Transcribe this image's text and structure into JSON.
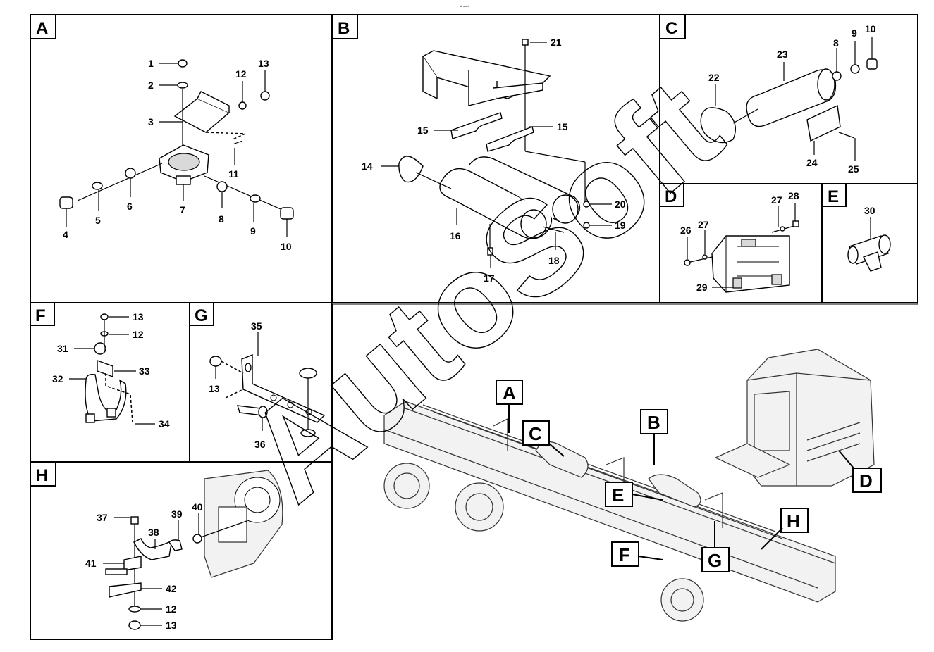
{
  "top_mark": "ᵃᵇ  ᵃᵇᶜᵈ",
  "watermark": "AutoSoft",
  "panels": {
    "A": {
      "letter": "A",
      "labels": [
        "1",
        "2",
        "3",
        "13",
        "12",
        "11",
        "4",
        "5",
        "6",
        "7",
        "8",
        "9",
        "10"
      ]
    },
    "B": {
      "letter": "B",
      "labels": [
        "21",
        "15",
        "15",
        "14",
        "16",
        "17",
        "18",
        "20",
        "19"
      ]
    },
    "C": {
      "letter": "C",
      "labels": [
        "10",
        "9",
        "8",
        "23",
        "22",
        "24",
        "25"
      ]
    },
    "D": {
      "letter": "D",
      "labels": [
        "27",
        "28",
        "26",
        "27",
        "29"
      ]
    },
    "E": {
      "letter": "E",
      "labels": [
        "30"
      ]
    },
    "F": {
      "letter": "F",
      "labels": [
        "13",
        "12",
        "31",
        "33",
        "32",
        "34"
      ]
    },
    "G": {
      "letter": "G",
      "labels": [
        "35",
        "13",
        "36"
      ]
    },
    "H": {
      "letter": "H",
      "labels": [
        "37",
        "38",
        "39",
        "40",
        "41",
        "42",
        "12",
        "13"
      ]
    }
  },
  "callouts": [
    "A",
    "B",
    "C",
    "D",
    "E",
    "F",
    "G",
    "H"
  ]
}
